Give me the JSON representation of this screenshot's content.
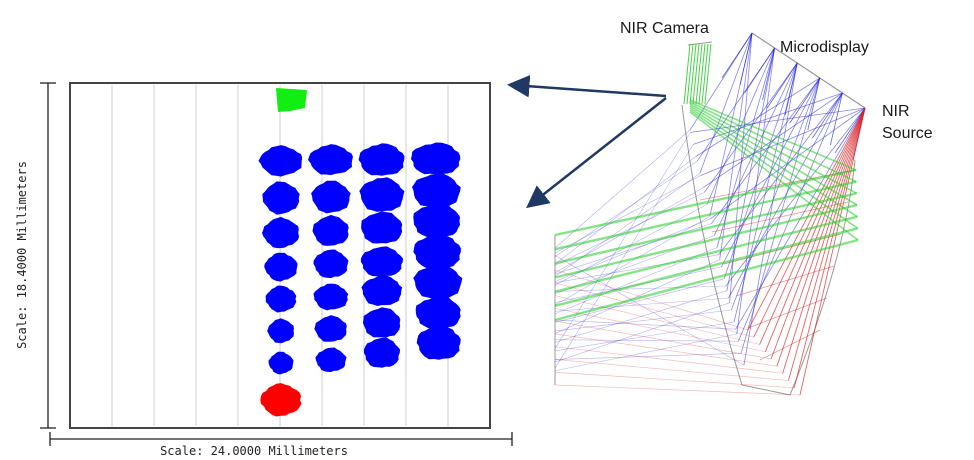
{
  "spot_diagram": {
    "scale_x_label": "Scale: 24.0000 Millimeters",
    "scale_y_label": "Scale: 18.4000 Millimeters",
    "colors": {
      "visible": "#0000ff",
      "camera": "#11ee11",
      "source": "#ff0000",
      "grid": "#cccccc",
      "frame": "#444444"
    }
  },
  "layout_labels": {
    "nir_camera": "NIR Camera",
    "microdisplay": "Microdisplay",
    "nir_source_line1": "NIR",
    "nir_source_line2": "Source"
  },
  "colors": {
    "ray_blue": "#2020dd",
    "ray_green": "#22cc22",
    "ray_red": "#dd2020",
    "arrow": "#1f3864",
    "outline": "#999999"
  }
}
